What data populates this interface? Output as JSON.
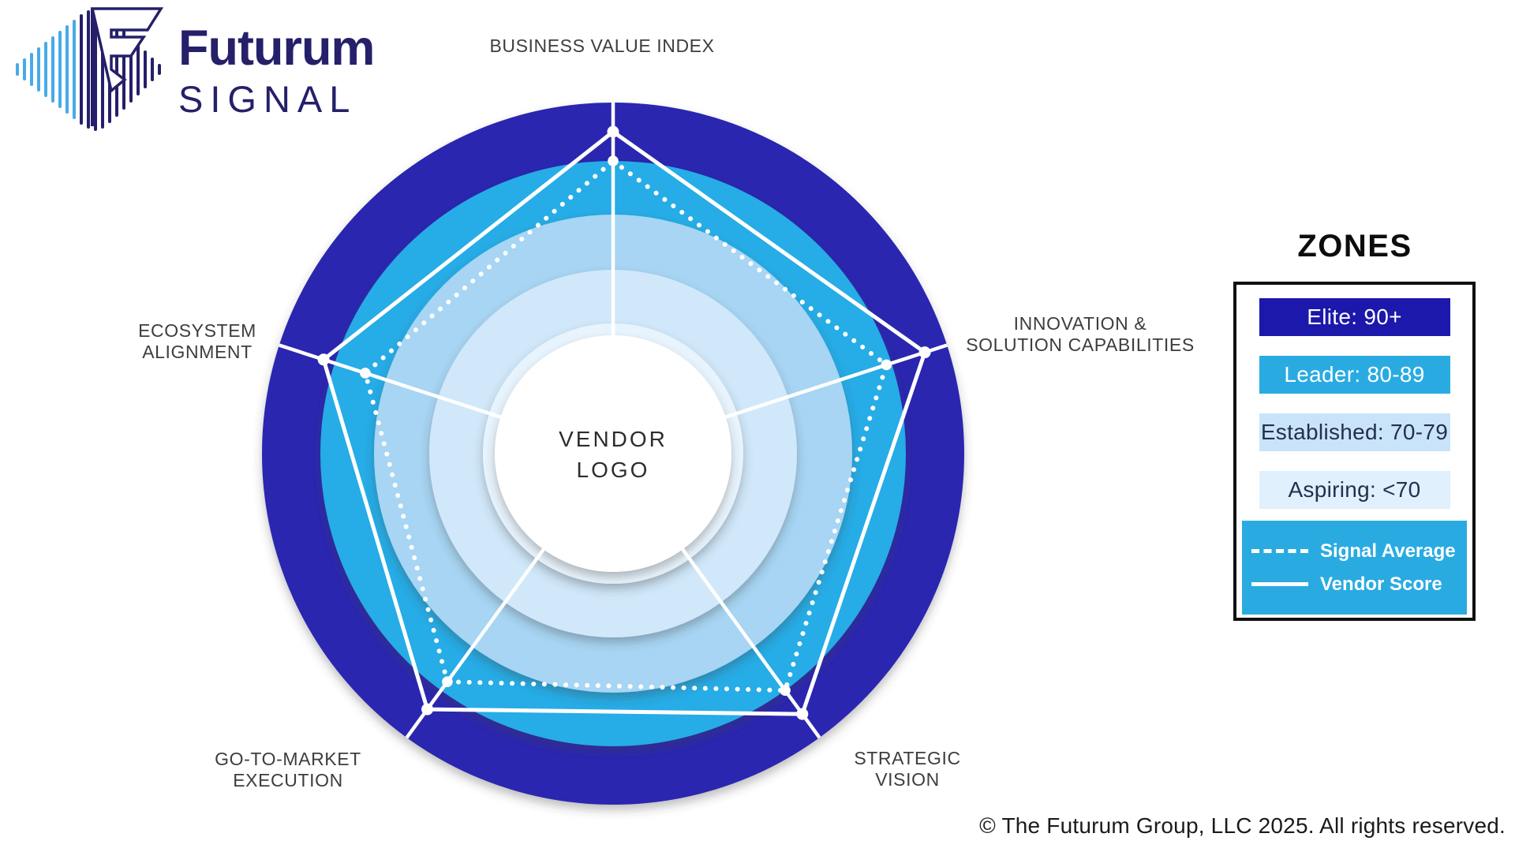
{
  "logo": {
    "brand_top": "Futurum",
    "brand_bottom": "SIGNAL"
  },
  "chart_data": {
    "type": "radar",
    "axes": [
      "BUSINESS VALUE INDEX",
      "INNOVATION & SOLUTION CAPABILITIES",
      "STRATEGIC VISION",
      "GO-TO-MARKET EXECUTION",
      "ECOSYSTEM ALIGNMENT"
    ],
    "series": [
      {
        "name": "Vendor Score",
        "line_style": "solid",
        "color": "#ffffff",
        "values": [
          95,
          96,
          95,
          94,
          92
        ]
      },
      {
        "name": "Signal Average",
        "line_style": "dotted",
        "color": "#ffffff",
        "values": [
          90,
          89,
          90,
          88,
          84
        ]
      }
    ],
    "score_range": [
      60,
      100
    ],
    "zones": [
      {
        "label": "Elite: 90+",
        "range": "90+",
        "color": "#1c18ab",
        "text_color": "#ffffff"
      },
      {
        "label": "Leader: 80-89",
        "range": "80-89",
        "color": "#29abe2",
        "text_color": "#ffffff"
      },
      {
        "label": "Established: 70-79",
        "range": "70-79",
        "color": "#c9e4f8",
        "text_color": "#242f4e"
      },
      {
        "label": "Aspiring: <70",
        "range": "<70",
        "color": "#e0f0fc",
        "text_color": "#242f4e"
      }
    ],
    "ring_colors": {
      "elite": "#2a28b0",
      "leader": "#27ace6",
      "established": "#a7d5f3",
      "aspiring": "#d0e8fa",
      "aspiring_inner": "#e8f4fd",
      "center": "#ffffff"
    },
    "center_label_line1": "VENDOR",
    "center_label_line2": "LOGO",
    "legend_position": "right",
    "grid": "concentric-zone-rings"
  },
  "axis_label_lines": {
    "bvi_1": "BUSINESS VALUE INDEX",
    "innovation_1": "INNOVATION &",
    "innovation_2": "SOLUTION CAPABILITIES",
    "strategic_1": "STRATEGIC",
    "strategic_2": "VISION",
    "gtm_1": "GO-TO-MARKET",
    "gtm_2": "EXECUTION",
    "ecosystem_1": "ECOSYSTEM",
    "ecosystem_2": "ALIGNMENT"
  },
  "legend": {
    "title": "ZONES"
  },
  "footer": {
    "copyright": "© The Futurum Group, LLC 2025. All rights reserved."
  }
}
